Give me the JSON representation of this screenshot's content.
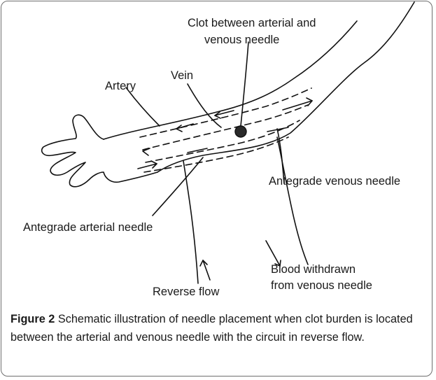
{
  "labels": {
    "clot_line1": "Clot between arterial and",
    "clot_line2": "venous needle",
    "vein": "Vein",
    "artery": "Artery",
    "antegrade_venous": "Antegrade venous needle",
    "antegrade_arterial": "Antegrade arterial needle",
    "blood_line1": "Blood withdrawn",
    "blood_line2": "from venous needle",
    "reverse_flow": "Reverse flow"
  },
  "caption": {
    "prefix": "Figure 2",
    "text": " Schematic illustration of needle placement when clot burden is located between the arterial and venous needle with the circuit in reverse flow."
  }
}
